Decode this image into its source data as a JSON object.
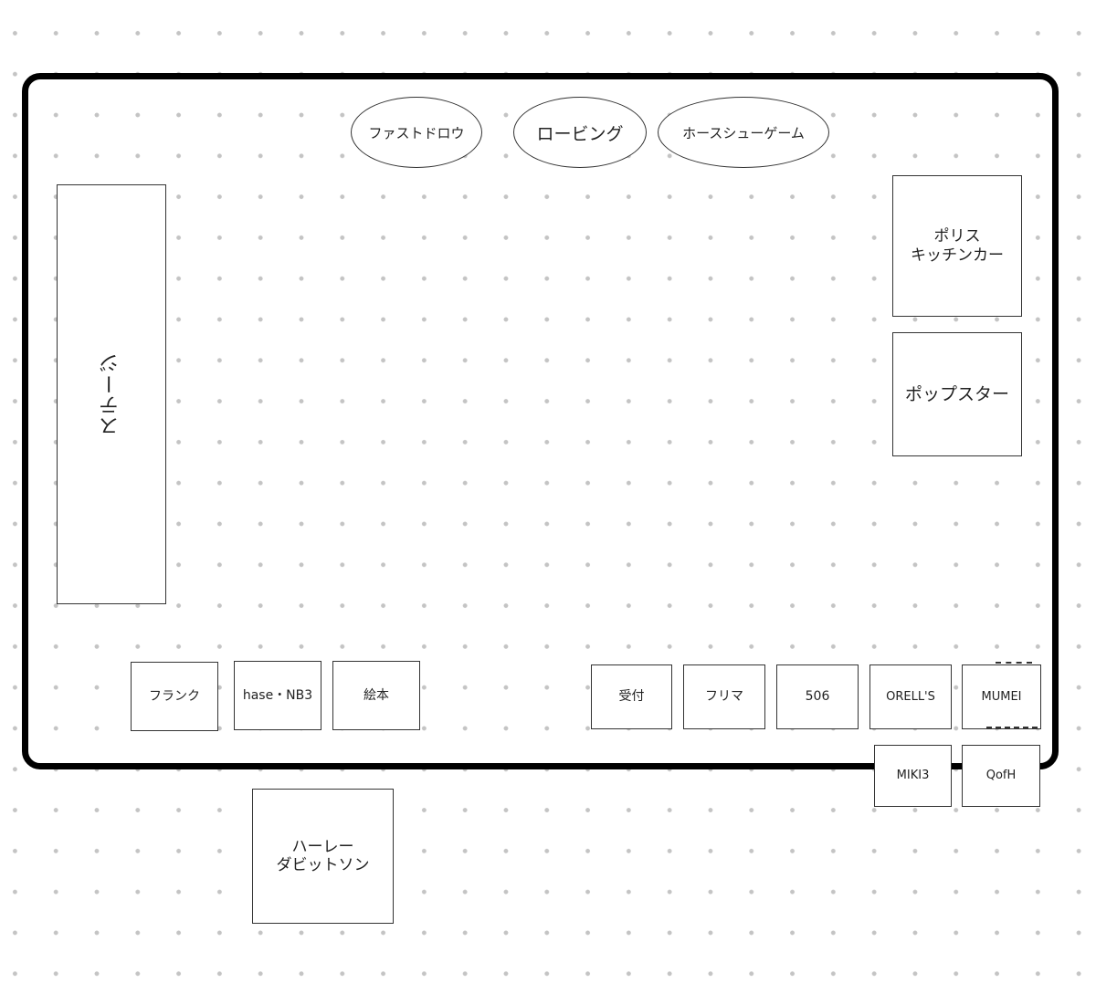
{
  "venue": {
    "stage": "ステージ",
    "games": [
      "ファストドロウ",
      "ロービング",
      "ホースシューゲーム"
    ],
    "right_booths": [
      "ポリス\nキッチンカー",
      "ポップスター"
    ],
    "bottom_left_booths": [
      "フランク",
      "hase・NB3",
      "絵本"
    ],
    "bottom_right_booths": [
      "受付",
      "フリマ",
      "506",
      "ORELL'S",
      "MUMEI"
    ],
    "outside_booths": [
      "MIKI3",
      "QofH"
    ],
    "outside_large": "ハーレー\nダビットソン"
  }
}
